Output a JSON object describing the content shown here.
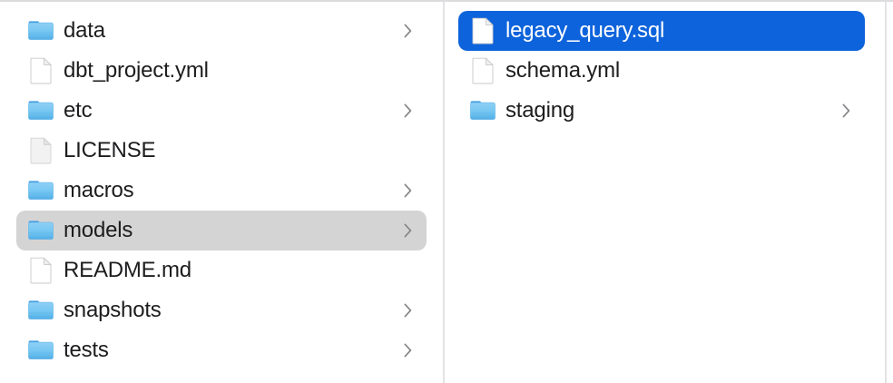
{
  "window": {
    "view_mode": "column",
    "accent_color": "#0d63db",
    "inactive_selection_color": "#d5d4d4",
    "label_color": "#1d1d1f",
    "selected_label_color": "#ffffff",
    "divider_color": "#e3e3e5"
  },
  "columns": [
    {
      "name": "project-column",
      "items": [
        {
          "label": "data",
          "kind": "folder",
          "icon": "folder-icon",
          "has_chevron": true,
          "selected": false,
          "selection": "none"
        },
        {
          "label": "dbt_project.yml",
          "kind": "file",
          "icon": "document-icon",
          "has_chevron": false,
          "selected": false,
          "selection": "none"
        },
        {
          "label": "etc",
          "kind": "folder",
          "icon": "folder-icon",
          "has_chevron": true,
          "selected": false,
          "selection": "none"
        },
        {
          "label": "LICENSE",
          "kind": "file",
          "icon": "plain-document-icon",
          "has_chevron": false,
          "selected": false,
          "selection": "none"
        },
        {
          "label": "macros",
          "kind": "folder",
          "icon": "folder-icon",
          "has_chevron": true,
          "selected": false,
          "selection": "none"
        },
        {
          "label": "models",
          "kind": "folder",
          "icon": "folder-icon",
          "has_chevron": true,
          "selected": true,
          "selection": "inactive"
        },
        {
          "label": "README.md",
          "kind": "file",
          "icon": "document-icon",
          "has_chevron": false,
          "selected": false,
          "selection": "none"
        },
        {
          "label": "snapshots",
          "kind": "folder",
          "icon": "folder-icon",
          "has_chevron": true,
          "selected": false,
          "selection": "none"
        },
        {
          "label": "tests",
          "kind": "folder",
          "icon": "folder-icon",
          "has_chevron": true,
          "selected": false,
          "selection": "none"
        }
      ]
    },
    {
      "name": "models-column",
      "items": [
        {
          "label": "legacy_query.sql",
          "kind": "file",
          "icon": "document-icon",
          "has_chevron": false,
          "selected": true,
          "selection": "active"
        },
        {
          "label": "schema.yml",
          "kind": "file",
          "icon": "document-icon",
          "has_chevron": false,
          "selected": false,
          "selection": "none"
        },
        {
          "label": "staging",
          "kind": "folder",
          "icon": "folder-icon",
          "has_chevron": true,
          "selected": false,
          "selection": "none"
        }
      ]
    }
  ]
}
